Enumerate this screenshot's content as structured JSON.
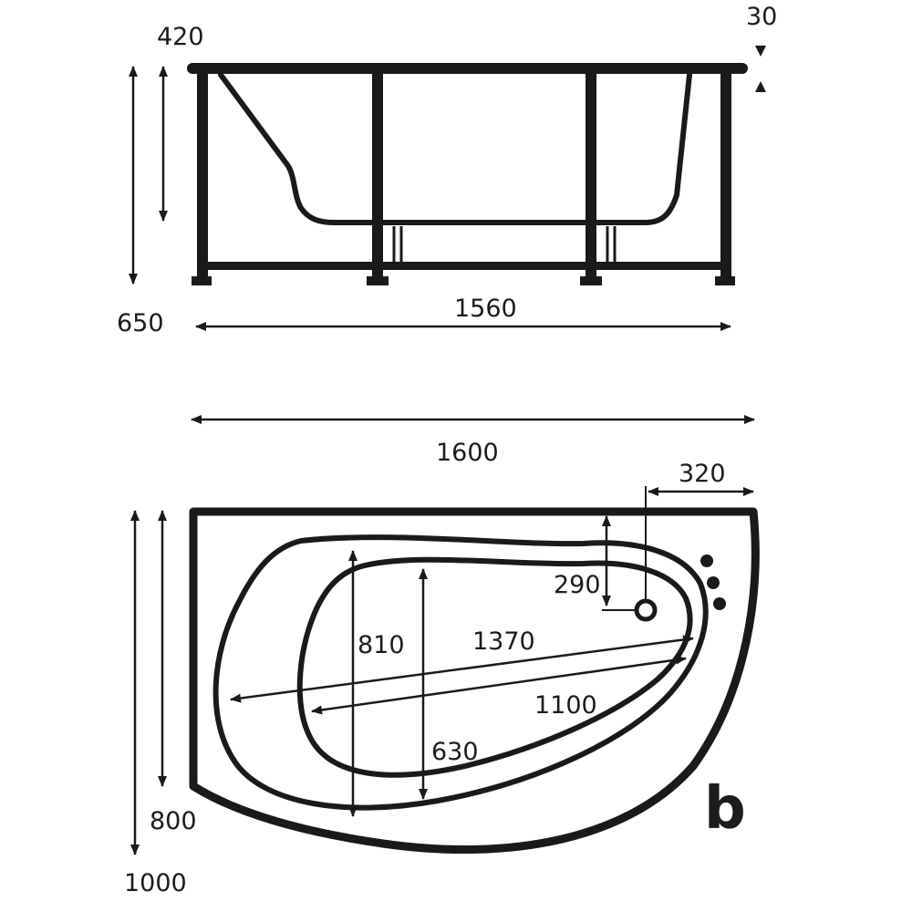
{
  "side_view": {
    "dimensions": {
      "height_inner": "420",
      "rim": "30",
      "height_total": "650",
      "length": "1560"
    }
  },
  "top_view": {
    "dimensions": {
      "length_total": "1600",
      "drain_offset_x": "320",
      "drain_offset_y": "290",
      "inner_depth_a": "810",
      "diagonal_outer": "1370",
      "diagonal_inner": "1100",
      "inner_depth_b": "630",
      "width_inner": "800",
      "width_total": "1000"
    },
    "variant_label": "b"
  }
}
